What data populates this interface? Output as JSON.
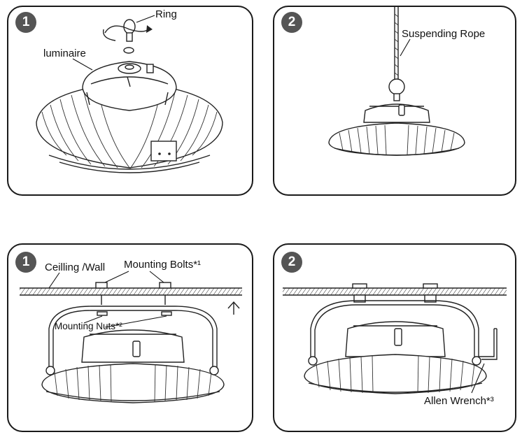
{
  "panels": [
    {
      "id": "top-left",
      "step": "1",
      "labels": {
        "ring": "Ring",
        "luminaire": "luminaire"
      }
    },
    {
      "id": "top-right",
      "step": "2",
      "labels": {
        "rope": "Suspending Rope"
      }
    },
    {
      "id": "bottom-left",
      "step": "1",
      "labels": {
        "ceiling": "Ceilling /Wall",
        "bolts": "Mounting Bolts*¹",
        "nuts": "Mounting Nuts*²"
      }
    },
    {
      "id": "bottom-right",
      "step": "2",
      "labels": {
        "wrench": "Allen Wrench*³"
      }
    }
  ],
  "icons": {
    "direction_arrow": "up-arrow-icon"
  },
  "colors": {
    "badge": "#555555",
    "line": "#222222"
  }
}
